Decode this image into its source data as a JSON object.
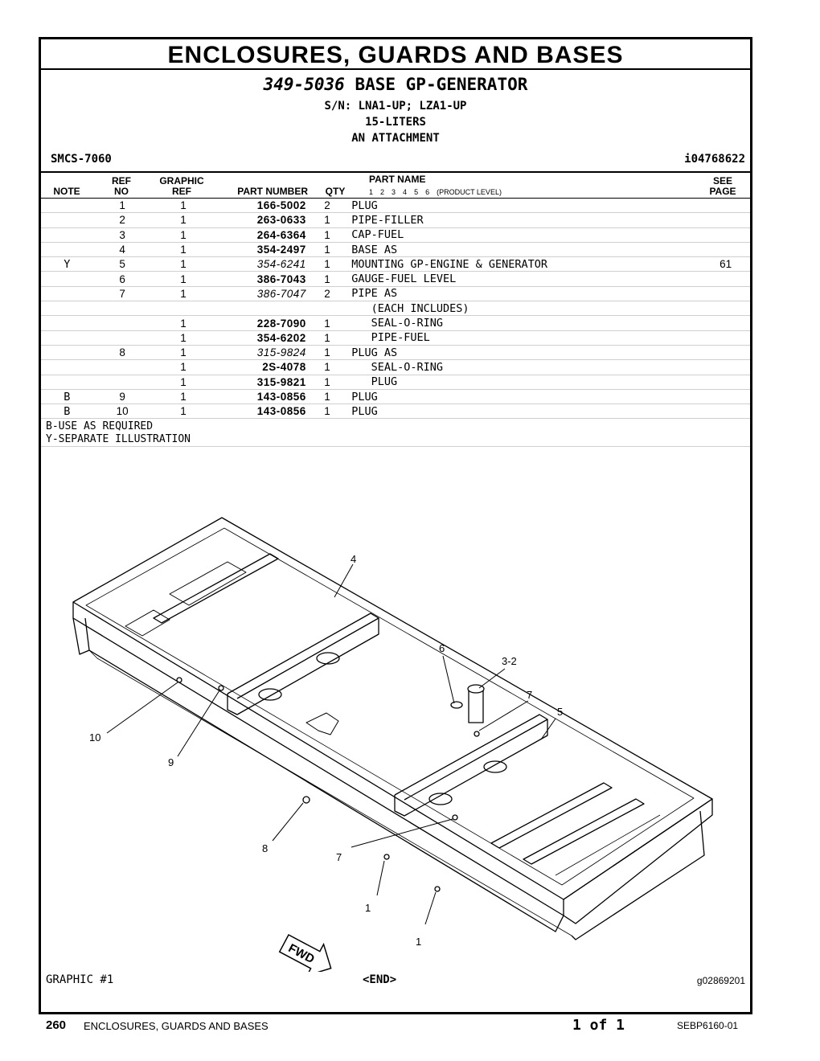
{
  "section_title": "ENCLOSURES,  GUARDS  AND  BASES",
  "group": {
    "number": "349-5036",
    "name": "BASE GP-GENERATOR",
    "sn": "S/N: LNA1-UP; LZA1-UP",
    "liters": "15-LITERS",
    "attachment": "AN ATTACHMENT",
    "smcs": "SMCS-7060",
    "illustration_id": "i04768622"
  },
  "columns": {
    "note": "NOTE",
    "ref_top": "REF",
    "ref_bottom": "NO",
    "graphic_top": "GRAPHIC",
    "graphic_bottom": "REF",
    "part_number": "PART NUMBER",
    "qty": "QTY",
    "part_name": "PART NAME",
    "levels": [
      "1",
      "2",
      "3",
      "4",
      "5",
      "6"
    ],
    "levels_label": "(PRODUCT LEVEL)",
    "see_top": "SEE",
    "see_bottom": "PAGE"
  },
  "rows": [
    {
      "note": "",
      "ref": "1",
      "graphic": "1",
      "pn": "166-5002",
      "italic": false,
      "qty": "2",
      "name": "PLUG",
      "page": ""
    },
    {
      "note": "",
      "ref": "2",
      "graphic": "1",
      "pn": "263-0633",
      "italic": false,
      "qty": "1",
      "name": "PIPE-FILLER",
      "page": ""
    },
    {
      "note": "",
      "ref": "3",
      "graphic": "1",
      "pn": "264-6364",
      "italic": false,
      "qty": "1",
      "name": "CAP-FUEL",
      "page": ""
    },
    {
      "note": "",
      "ref": "4",
      "graphic": "1",
      "pn": "354-2497",
      "italic": false,
      "qty": "1",
      "name": "BASE AS",
      "page": ""
    },
    {
      "note": "Y",
      "ref": "5",
      "graphic": "1",
      "pn": "354-6241",
      "italic": true,
      "qty": "1",
      "name": "MOUNTING GP-ENGINE & GENERATOR",
      "page": "61"
    },
    {
      "note": "",
      "ref": "6",
      "graphic": "1",
      "pn": "386-7043",
      "italic": false,
      "qty": "1",
      "name": "GAUGE-FUEL LEVEL",
      "page": ""
    },
    {
      "note": "",
      "ref": "7",
      "graphic": "1",
      "pn": "386-7047",
      "italic": true,
      "qty": "2",
      "name": "PIPE AS",
      "page": ""
    },
    {
      "note": "",
      "ref": "",
      "graphic": "",
      "pn": "",
      "italic": false,
      "qty": "",
      "name": "   (EACH INCLUDES)",
      "page": ""
    },
    {
      "note": "",
      "ref": "",
      "graphic": "1",
      "pn": "228-7090",
      "italic": false,
      "qty": "1",
      "name": "   SEAL-O-RING",
      "page": ""
    },
    {
      "note": "",
      "ref": "",
      "graphic": "1",
      "pn": "354-6202",
      "italic": false,
      "qty": "1",
      "name": "   PIPE-FUEL",
      "page": ""
    },
    {
      "note": "",
      "ref": "8",
      "graphic": "1",
      "pn": "315-9824",
      "italic": true,
      "qty": "1",
      "name": "PLUG AS",
      "page": ""
    },
    {
      "note": "",
      "ref": "",
      "graphic": "1",
      "pn": "2S-4078",
      "italic": false,
      "qty": "1",
      "name": "   SEAL-O-RING",
      "page": ""
    },
    {
      "note": "",
      "ref": "",
      "graphic": "1",
      "pn": "315-9821",
      "italic": false,
      "qty": "1",
      "name": "   PLUG",
      "page": ""
    },
    {
      "note": "B",
      "ref": "9",
      "graphic": "1",
      "pn": "143-0856",
      "italic": false,
      "qty": "1",
      "name": "PLUG",
      "page": ""
    },
    {
      "note": "B",
      "ref": "10",
      "graphic": "1",
      "pn": "143-0856",
      "italic": false,
      "qty": "1",
      "name": "PLUG",
      "page": ""
    }
  ],
  "notes": [
    "B-USE AS REQUIRED",
    "Y-SEPARATE ILLUSTRATION"
  ],
  "drawing": {
    "callouts": [
      "4",
      "6",
      "3-2",
      "7",
      "5",
      "10",
      "9",
      "8",
      "7",
      "1",
      "1"
    ],
    "fwd": "FWD"
  },
  "graphic_label": "GRAPHIC #1",
  "end_label": "<END>",
  "graphic_id": "g02869201",
  "footer": {
    "page": "260",
    "title": "ENCLOSURES, GUARDS AND BASES",
    "of": "1 of 1",
    "doc": "SEBP6160-01"
  }
}
